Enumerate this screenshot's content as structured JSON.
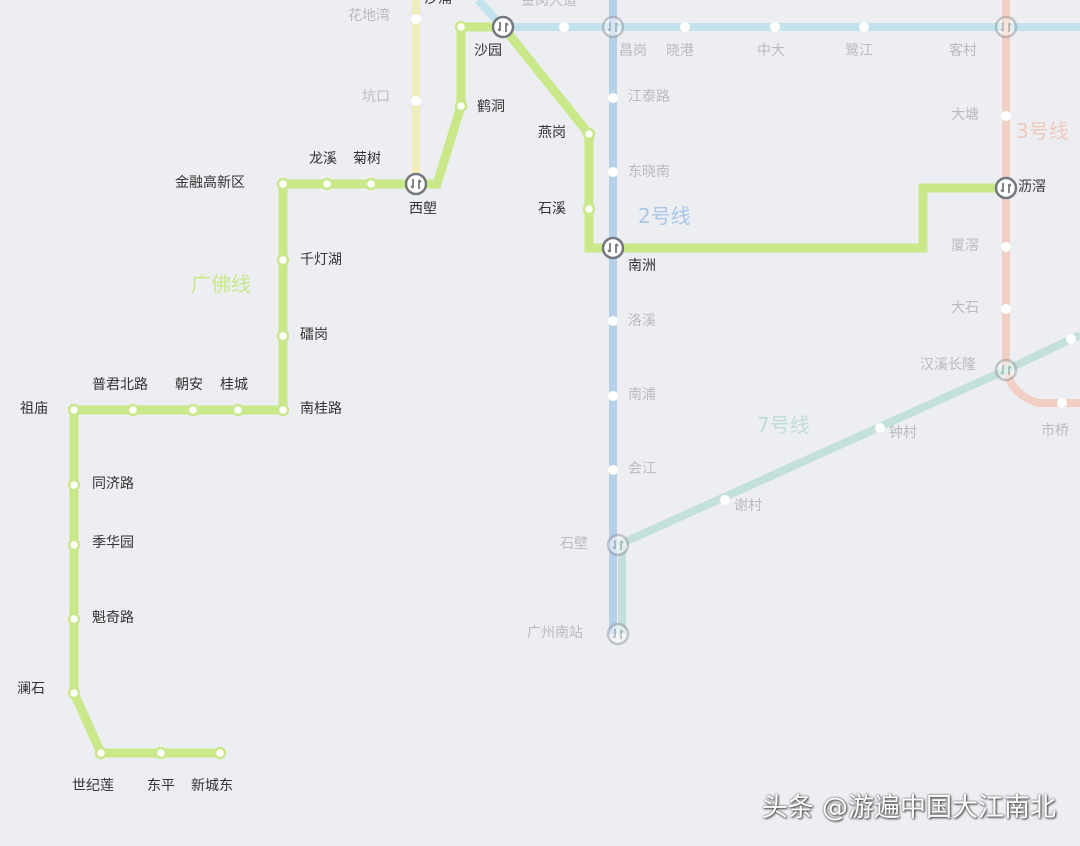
{
  "lines": {
    "guangfo": {
      "name": "广佛线",
      "color": "#c8e88a"
    },
    "line2": {
      "name": "2号线",
      "color": "#b6d0ea"
    },
    "line3": {
      "name": "3号线",
      "color": "#f2cfc4"
    },
    "line7": {
      "name": "7号线",
      "color": "#c4e0da"
    },
    "line4_partial": {
      "color": "#f2ecb8"
    },
    "top_partial": {
      "color": "#c2e2ee"
    }
  },
  "stations": {
    "huadiwan": "花地湾",
    "shachong": "沙涌",
    "jinkoudadao": "金岗大道",
    "kengkou": "坑口",
    "shayuan": "沙园",
    "changgang": "昌岗",
    "xiaogang": "晓港",
    "zhongda": "中大",
    "lujiang": "鹭江",
    "kecun": "客村",
    "hedong": "鹤洞",
    "jiangtailu": "江泰路",
    "yangang": "燕岗",
    "datang": "大塘",
    "longxi": "龙溪",
    "jushu": "菊树",
    "jinronggaoxinqu": "金融高新区",
    "xilang": "西塱",
    "dongxiaonan": "东晓南",
    "lijiao": "沥滘",
    "shixi": "石溪",
    "nanzhou": "南洲",
    "xiajiao": "厦滘",
    "qiandenghu": "千灯湖",
    "leigang": "礌岗",
    "luoxi": "洛溪",
    "dashi": "大石",
    "hanxichanglong": "汉溪长隆",
    "zumiao": "祖庙",
    "pujunbeilu": "普君北路",
    "chaoan": "朝安",
    "guicheng": "桂城",
    "nanguilu": "南桂路",
    "nanpu": "南浦",
    "zhongcun": "钟村",
    "shiqiao": "市桥",
    "tongjilu": "同济路",
    "huijiang": "会江",
    "xiecun": "谢村",
    "jihuayuan": "季华园",
    "shibi": "石壁",
    "kuiqilu": "魁奇路",
    "guangzhounanzhan": "广州南站",
    "lanshi": "澜石",
    "shijilian": "世纪莲",
    "dongping": "东平",
    "xinchengdong": "新城东"
  },
  "watermark": "头条 @游遍中国大江南北"
}
